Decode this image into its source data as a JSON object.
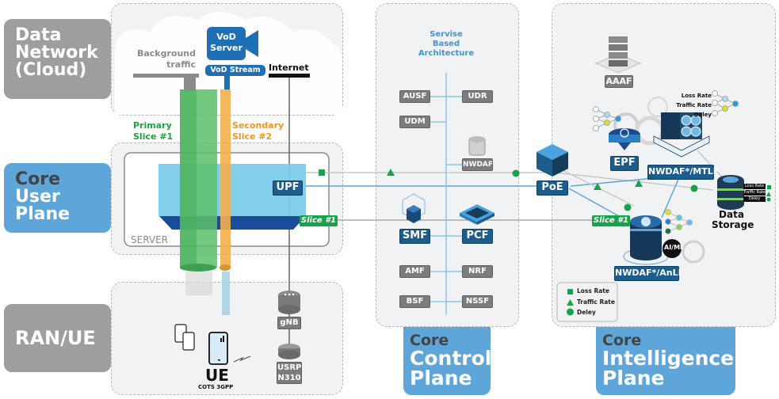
{
  "planes": {
    "data_network": {
      "line1": "Data",
      "line2": "Network",
      "line3": "(Cloud)"
    },
    "core_user_plane": {
      "core": "Core",
      "line2": "User",
      "line3": "Plane"
    },
    "ran_ue": {
      "label": "RAN/UE"
    },
    "core_control_plane": {
      "core": "Core",
      "line2": "Control",
      "line3": "Plane"
    },
    "core_intelligence_plane": {
      "core": "Core",
      "line2": "Intelligence",
      "line3": "Plane"
    }
  },
  "data_network": {
    "background_traffic": {
      "line1": "Background",
      "line2": "traffic"
    },
    "vod_server": {
      "line1": "VoD",
      "line2": "Server"
    },
    "vod_stream": "VoD Stream",
    "internet": "Internet"
  },
  "slices": {
    "primary": {
      "line1": "Primary",
      "line2": "Slice #1"
    },
    "secondary": {
      "line1": "Secondary",
      "line2": "Slice #2"
    }
  },
  "user_plane": {
    "upf": "UPF",
    "slice_tag": "Slice #1",
    "server": "SERVER"
  },
  "ran": {
    "gnb": "gNB",
    "usrp": {
      "line1": "USRP",
      "line2": "N310"
    },
    "ue": "UE",
    "ue_sub": "COTS 3GPP"
  },
  "control_plane": {
    "sba_title": {
      "line1": "Servise",
      "line2": "Based",
      "line3": "Architecture"
    },
    "functions": {
      "ausf": "AUSF",
      "udr": "UDR",
      "udm": "UDM",
      "nwdaf": "NWDAF",
      "smf": "SMF",
      "pcf": "PCF",
      "amf": "AMF",
      "nrf": "NRF",
      "bsf": "BSF",
      "nssf": "NSSF"
    }
  },
  "intelligence_plane": {
    "aaaf": "AAAF",
    "epf": "EPF",
    "nwdaf_mtlf": "NWDAF*/MTLF",
    "nwdaf_anlf": "NWDAF*/AnLF",
    "poe": "PoE",
    "slice_tag": "Slice #1",
    "data_storage": {
      "line1": "Data",
      "line2": "Storage"
    },
    "ai_ml": "AI/ML",
    "mtlf_inputs": [
      "Loss Rate",
      "Traffic Rate",
      "Deley"
    ],
    "storage_metrics": [
      "Loss Rate",
      "Traffic Rate",
      "Deley"
    ],
    "legend": [
      {
        "shape": "square",
        "label": "Loss Rate"
      },
      {
        "shape": "triangle",
        "label": "Traffic Rate"
      },
      {
        "shape": "circle",
        "label": "Deley"
      }
    ]
  },
  "colors": {
    "primary_slice": "#5cbf6a",
    "secondary_slice": "#f2b04c",
    "upf_layer": "#7ccbea",
    "upf_base": "#1b4c9a",
    "accent_blue": "#5ea5d9",
    "metric_green": "#16a34a"
  }
}
